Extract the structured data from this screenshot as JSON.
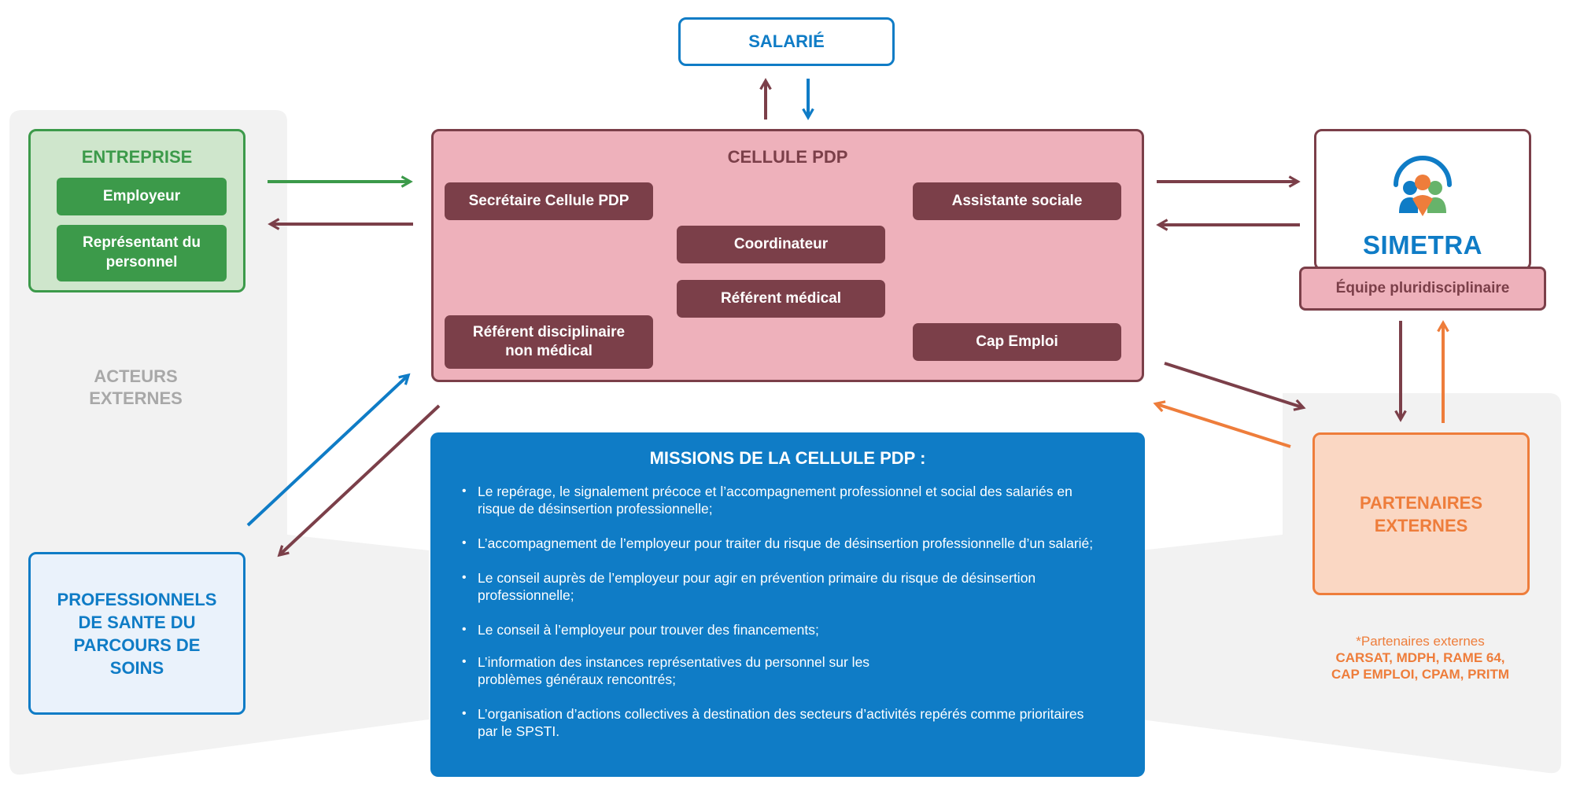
{
  "colors": {
    "dark": "#7b3f49",
    "pink_bg": "#eeb1bb",
    "blue": "#0f7cc6",
    "green": "#3c9a4a",
    "green_bg": "#cfe6cc",
    "orange": "#ee7d3b",
    "orange_bg": "#fad7c3",
    "grey_bg": "#f2f2f2",
    "grey_text": "#a8a8a8"
  },
  "salarie": {
    "label": "SALARIÉ"
  },
  "entreprise": {
    "title": "ENTREPRISE",
    "items": [
      "Employeur",
      "Représentant du personnel"
    ]
  },
  "acteurs_externes": {
    "label": "ACTEURS EXTERNES"
  },
  "cellule": {
    "title": "CELLULE PDP",
    "roles": {
      "secretaire": "Secrétaire Cellule PDP",
      "assistante": "Assistante sociale",
      "coordinateur": "Coordinateur",
      "referent_medical": "Référent médical",
      "referent_non_medical": "Référent disciplinaire non médical",
      "cap_emploi": "Cap Emploi"
    }
  },
  "simetra": {
    "logo_text": "SIMETRA",
    "team": "Équipe pluridisciplinaire"
  },
  "professionnels": {
    "label": "PROFESSIONNELS DE SANTE DU PARCOURS DE SOINS"
  },
  "partenaires": {
    "label": "PARTENAIRES EXTERNES",
    "note_title": "*Partenaires externes",
    "note_list": "CARSAT, MDPH, RAME 64, CAP EMPLOI, CPAM, PRITM"
  },
  "missions": {
    "title": "MISSIONS DE LA CELLULE PDP :",
    "items": [
      "Le repérage, le signalement précoce et l’accompagnement professionnel et social des salariés en risque de désinsertion professionnelle;",
      "L’accompagnement de l’employeur pour traiter du risque de désinsertion professionnelle d’un salarié;",
      "Le conseil auprès de l’employeur pour agir en prévention primaire du risque de désinsertion professionnelle;",
      "Le conseil à l’employeur pour trouver des financements;",
      "L’information des instances représentatives du personnel sur les problèmes généraux rencontrés;",
      "L’organisation d’actions collectives à destination des secteurs d’activités repérés comme prioritaires par le SPSTI."
    ]
  }
}
